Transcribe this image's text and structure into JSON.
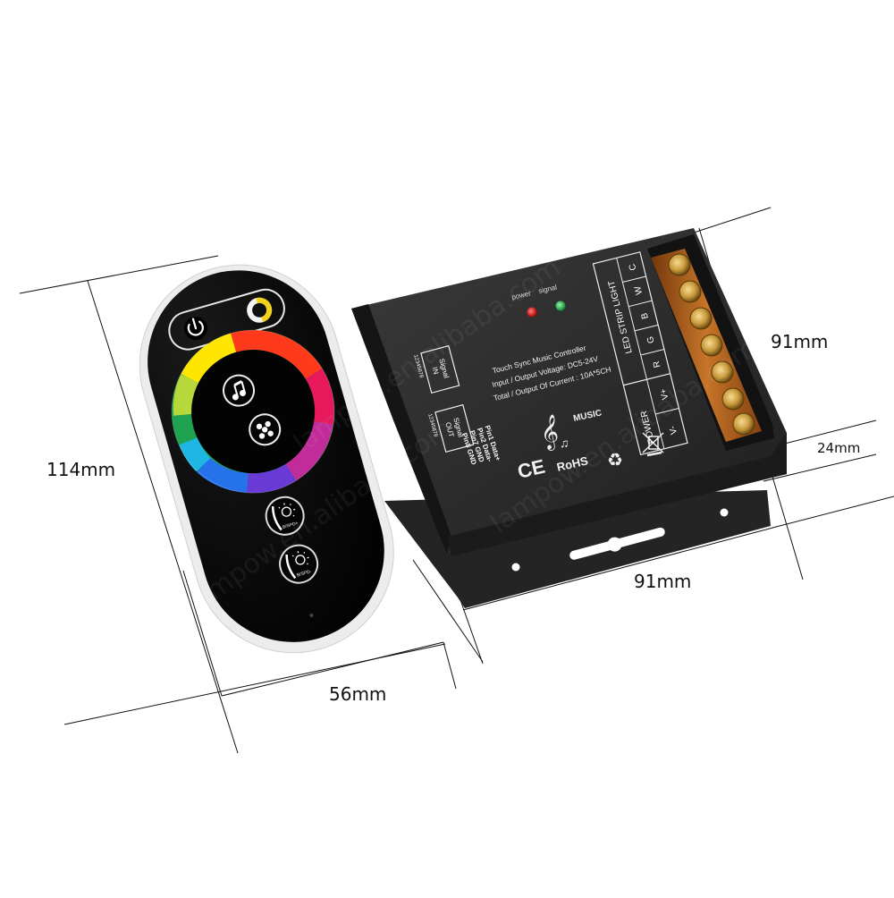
{
  "dimensions": {
    "remote_height": "114mm",
    "remote_width": "56mm",
    "controller_depth": "91mm",
    "controller_width": "91mm",
    "controller_height": "24mm"
  },
  "remote": {
    "body_color": "#050505",
    "rim_color": "#e9e9e9",
    "buttons": [
      {
        "name": "power",
        "icon": "power-icon"
      },
      {
        "name": "white",
        "icon": "white-toggle-icon"
      },
      {
        "name": "music",
        "icon": "music-note-icon"
      },
      {
        "name": "mode",
        "icon": "dots-mode-icon"
      },
      {
        "name": "brightness-up",
        "icon": "sun-icon",
        "label": "B/SPD+"
      },
      {
        "name": "brightness-down",
        "icon": "sun-icon",
        "label": "B/SPD-"
      }
    ],
    "color_ring": [
      "#ffe600",
      "#ff3b1e",
      "#e5185a",
      "#7a3cd6",
      "#2a6cf0",
      "#1fb2e8",
      "#22b35a",
      "#a8d83a",
      "#ffe600"
    ]
  },
  "controller": {
    "body_color": "#2b2b2b",
    "indicators": {
      "power_label": "power",
      "signal_label": "signal",
      "power_color": "#e01a1a",
      "signal_color": "#1fbf4a"
    },
    "specs": {
      "title": "Touch Sync Music Controller",
      "voltage": "Input / Output Voltage: DC5-24V",
      "current": "Total / Output Of Current : 10A*5CH"
    },
    "ports": {
      "signal_in": [
        "Signal",
        "IN"
      ],
      "signal_out": [
        "Signal",
        "OUT"
      ],
      "pin_numbers": "12345678",
      "pinout": [
        "Pin1 Data+",
        "Pin2 Data-",
        "Pin7 GND",
        "Pin8 GND"
      ]
    },
    "music_label": "MUSIC",
    "certifications": [
      "CE",
      "RoHS",
      "recycle-icon",
      "weee-bin-icon"
    ],
    "terminal_table": {
      "led_group": "LED STRIP LIGHT",
      "led_channels": [
        "C",
        "W",
        "B",
        "G",
        "R"
      ],
      "power_group": "POWER",
      "power_channels": [
        "V+",
        "V-"
      ]
    },
    "terminal_block_color": "#b8621c",
    "screw_count": 7
  },
  "watermarks": [
    "lampow.en.alibaba.com",
    "lampow.en.alibaba.com",
    "lampow.en.alibaba.com"
  ]
}
